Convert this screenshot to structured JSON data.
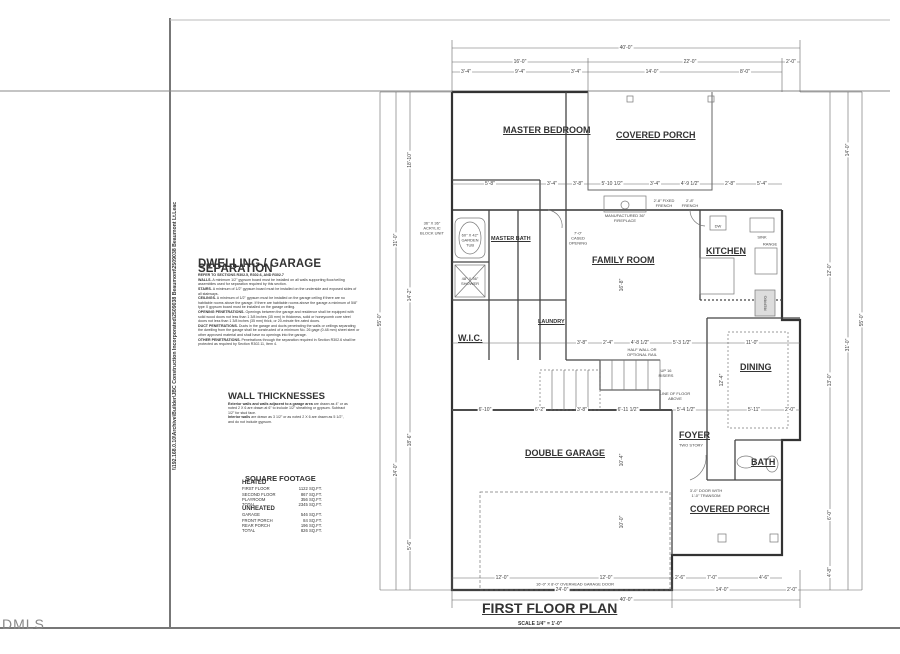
{
  "file_path": "\\\\192.168.0.10\\Archive\\Builder\\JBC Construction Incorporated\\2509038 Beaumont\\2509038 Beaumont Lt.Leac",
  "watermark": "DMLS",
  "plan": {
    "title": "FIRST FLOOR PLAN",
    "scale": "SCALE 1/4\" = 1'-0\"",
    "rooms": {
      "master_bedroom": "MASTER BEDROOM",
      "covered_porch_rear": "COVERED PORCH",
      "family_room": "FAMILY ROOM",
      "kitchen": "KITCHEN",
      "dining": "DINING",
      "wic": "W.I.C.",
      "laundry": "LAUNDRY",
      "master_bath": "MASTER BATH",
      "double_garage": "DOUBLE GARAGE",
      "foyer": "FOYER",
      "foyer_note": "TWO STORY",
      "bath": "BATH",
      "covered_porch_front": "COVERED PORCH"
    },
    "annotations": {
      "fireplace": "MANUFACTURED 36\" FIREPLACE",
      "fixed_french": "2'-8\" FIXED FRENCH",
      "french": "2'-8\" FRENCH",
      "cased_opening": "7'-0\" CASED OPENING",
      "garden_tub": "60\" X 42\" GARDEN TUB",
      "shower": "48\" X 36\" SHOWER",
      "block_unit": "36\" X 36\" ACRYLIC BLOCK UNIT",
      "half_wall": "HALF WALL OR OPTIONAL RAIL",
      "risers": "UP 16 RISERS",
      "line_floor_above": "LINE OF FLOOR ABOVE",
      "front_door": "3'-0\" DOOR WITH 1'-0\" TRANSOM",
      "garage_door": "16'-0\" X 8'-0\" OVERHEAD GARAGE DOOR",
      "dw": "DW",
      "sink": "SINK",
      "range": "RANGE",
      "refrig": "REFRIG"
    },
    "dimensions": [
      "40'-0\"",
      "16'-0\"",
      "22'-0\"",
      "2'-0\"",
      "3'-4\"",
      "9'-4\"",
      "3'-4\"",
      "14'-0\"",
      "8'-0\"",
      "12'-0\"",
      "12'-0\"",
      "2'-6\"",
      "7'-0\"",
      "4'-6\"",
      "24'-0\"",
      "14'-0\"",
      "2'-0\"",
      "40'-0\"",
      "5'-8\"",
      "3'-4\"",
      "3'-8\"",
      "5'-10 1/2\"",
      "3'-4\"",
      "4'-9 1/2\"",
      "2'-8\"",
      "5'-4\"",
      "3'-8\"",
      "2'-4\"",
      "4'-8 1/2\"",
      "5'-3 1/2\"",
      "11'-0\"",
      "6'-10\"",
      "6'-2\"",
      "3'-8\"",
      "6'-11 1/2\"",
      "5'-4 1/2\"",
      "5'-11\"",
      "2'-0\"",
      "55'-0\"",
      "31'-0\"",
      "24'-0\"",
      "18'-10\"",
      "14'-2\"",
      "18'-6\"",
      "5'-6\"",
      "14'-0\"",
      "12'-0\"",
      "13'-0\"",
      "31'-0\"",
      "55'-0\"",
      "6'-0\"",
      "4'-8\"",
      "10'-0\"",
      "16'-8\"",
      "10'-4\"",
      "12'-4\""
    ]
  },
  "notes": {
    "separation": {
      "title": "DWELLING / GARAGE SEPARATION",
      "refer": "REFER TO SECTIONS R302.5, R302.6, AND R302.7",
      "walls_label": "WALLS.",
      "walls": "A minimum 1/2\" gypsum board must be installed on all walls supporting floor/ceiling assemblies used for separation required by this section.",
      "stairs_label": "STAIRS.",
      "stairs": "A minimum of 1/2\" gypsum board must be installed on the underside and exposed sides of all stairways.",
      "ceilings_label": "CEILINGS.",
      "ceilings": "A minimum of 1/2\" gypsum must be installed on the garage ceiling if there are no habitable rooms above the garage. If there are habitable rooms above the garage a minimum of 5/8\" type X gypsum board must be installed on the garage ceiling.",
      "openings_label": "OPENING PENETRATIONS.",
      "openings": "Openings between the garage and residence shall be equipped with solid wood doors not less than 1 3/8 inches (35 mm) in thickness, solid or honeycomb core steel doors not less than 1 3/8 inches (35 mm) thick, or 20-minute fire-rated doors.",
      "duct_label": "DUCT PENETRATIONS.",
      "duct": "Ducts in the garage and ducts penetrating the walls or ceilings separating the dwelling from the garage shall be constructed of a minimum No. 26 gage (0.48 mm) sheet steel or other approved material and shall have no openings into the garage.",
      "other_label": "OTHER PENETRATIONS.",
      "other": "Penetrations through the separation required in Section R302.6 shall be protected as required by Section R302.11, Item 4."
    },
    "walls": {
      "title": "WALL THICKNESSES",
      "exterior_label": "Exterior walls and walls adjacent to a garage area",
      "exterior": "are drawn as 4\" or as noted 2 X 6 are drawn at 6\" to include 1/2\" sheathing or gypsum. Subtract 1/2\" for stud face.",
      "interior_label": "Interior walls",
      "interior": "are drawn as 3 1/2\" or as noted 2 X 6 are drawn as 5 1/2\", and do not include gypsum."
    },
    "square_footage": {
      "title": "SQUARE FOOTAGE",
      "heated_label": "HEATED",
      "heated": [
        {
          "label": "FIRST FLOOR",
          "value": "1122 SQ.FT."
        },
        {
          "label": "SECOND FLOOR",
          "value": "867 SQ.FT."
        },
        {
          "label": "PLAYROOM",
          "value": "356 SQ.FT."
        },
        {
          "label": "TOTAL",
          "value": "2345 SQ.FT."
        }
      ],
      "unheated_label": "UNHEATED",
      "unheated": [
        {
          "label": "GARAGE",
          "value": "546 SQ.FT."
        },
        {
          "label": "FRONT PORCH",
          "value": "84 SQ.FT."
        },
        {
          "label": "REAR PORCH",
          "value": "196 SQ.FT."
        },
        {
          "label": "TOTAL",
          "value": "826 SQ.FT."
        }
      ]
    }
  }
}
